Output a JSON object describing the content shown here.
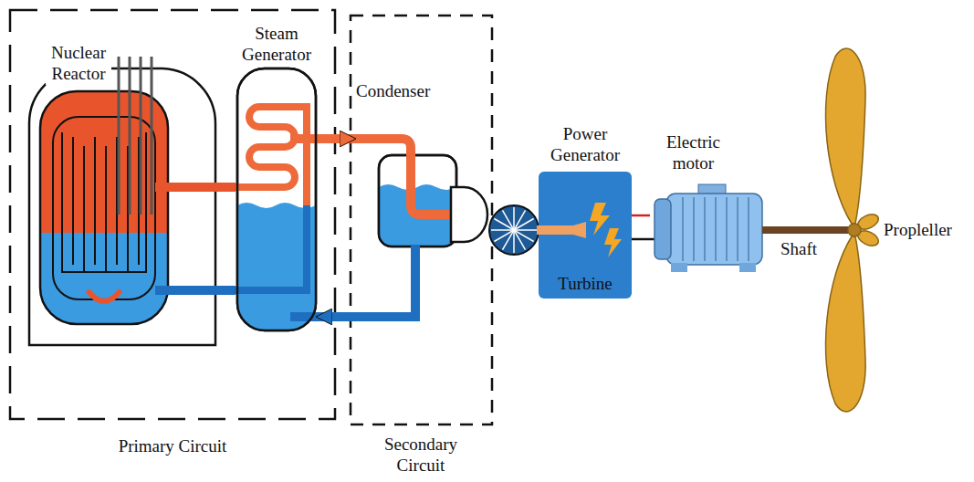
{
  "diagram": {
    "nodes": [
      {
        "text": [
          "Primary Circuit"
        ]
      },
      {
        "text": [
          "Secondary Circuit"
        ]
      },
      {
        "text": [
          "Nuclear Reactor"
        ],
        "in": 0
      },
      {
        "text": [
          "Steam Generator"
        ],
        "in": 0
      },
      {
        "text": [
          "Condenser"
        ],
        "in": 1
      },
      {
        "text": [
          "Power Generator",
          "Turbine"
        ]
      },
      {
        "text": [
          "Electric motor"
        ]
      },
      {
        "text": [
          "Propleller"
        ]
      }
    ],
    "edges": [
      {
        "from": 2,
        "to": 3,
        "arrow": "none"
      },
      {
        "from": 3,
        "to": 2,
        "arrow": "none"
      },
      {
        "from": 3,
        "to": 4,
        "arrow": "to"
      },
      {
        "from": 4,
        "to": 3,
        "arrow": "to"
      },
      {
        "from": 5,
        "to": 6,
        "arrow": "none"
      },
      {
        "from": 6,
        "to": 7,
        "arrow": "none",
        "label": "Shaft"
      }
    ]
  }
}
